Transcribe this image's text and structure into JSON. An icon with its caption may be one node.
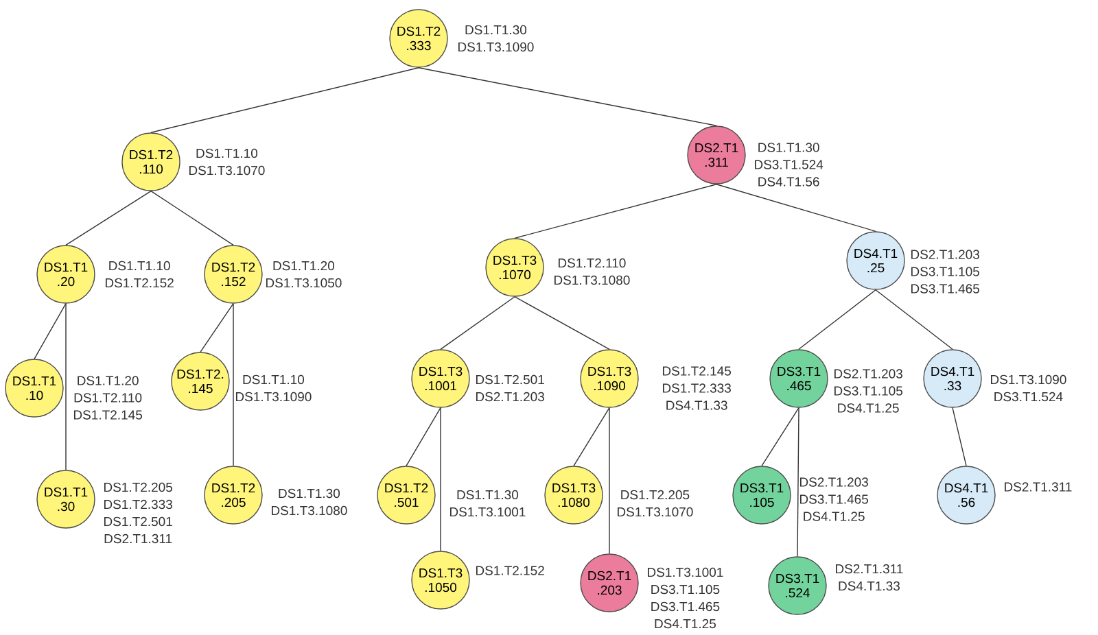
{
  "diagram": {
    "nodes": [
      {
        "text": [
          "DS1.T2 .333"
        ],
        "beside": [
          "DS1.T1.30",
          "DS1.T3.1090"
        ]
      },
      {
        "text": [
          "DS1.T2 .110"
        ],
        "beside": [
          "DS1.T1.10",
          "DS1.T3.1070"
        ]
      },
      {
        "text": [
          "DS2.T1 .311"
        ],
        "beside": [
          "DS1.T1.30",
          "DS3.T1.524",
          "DS4.T1.56"
        ]
      },
      {
        "text": [
          "DS1.T1 .20"
        ],
        "beside": [
          "DS1.T1.10",
          "DS1.T2.152"
        ]
      },
      {
        "text": [
          "DS1.T2 .152"
        ],
        "beside": [
          "DS1.T1.20",
          "DS1.T3.1050"
        ]
      },
      {
        "text": [
          "DS1.T3 .1070"
        ],
        "beside": [
          "DS1.T2.110",
          "DS1.T3.1080"
        ]
      },
      {
        "text": [
          "DS4.T1 .25"
        ],
        "beside": [
          "DS2.T1.203",
          "DS3.T1.105",
          "DS3.T1.465"
        ]
      },
      {
        "text": [
          "DS1.T1 .10"
        ],
        "beside": [
          "DS1.T1.20",
          "DS1.T2.110",
          "DS1.T2.145"
        ]
      },
      {
        "text": [
          "DS1.T2. .145"
        ],
        "beside": [
          "DS1.T1.10",
          "DS1.T3.1090"
        ]
      },
      {
        "text": [
          "DS1.T1 .30"
        ],
        "beside": [
          "DS1.T2.205",
          "DS1.T2.333",
          "DS1.T2.501",
          "DS2.T1.311"
        ]
      },
      {
        "text": [
          "DS1.T2 .205"
        ],
        "beside": [
          "DS1.T1.30",
          "DS1.T3.1080"
        ]
      },
      {
        "text": [
          "DS1.T3 .1001"
        ],
        "beside": [
          "DS1.T2.501",
          "DS2.T1.203"
        ]
      },
      {
        "text": [
          "DS1.T3 .1090"
        ],
        "beside": [
          "DS1.T2.145",
          "DS1.T2.333",
          "DS4.T1.33"
        ]
      },
      {
        "text": [
          "DS1.T2 .501"
        ],
        "beside": [
          "DS1.T1.30",
          "DS1.T3.1001"
        ]
      },
      {
        "text": [
          "DS1.T3 .1080"
        ],
        "beside": [
          "DS1.T2.205",
          "DS1.T3.1070"
        ]
      },
      {
        "text": [
          "DS1.T3 .1050"
        ],
        "beside": [
          "DS1.T2.152"
        ]
      },
      {
        "text": [
          "DS2.T1 .203"
        ],
        "beside": [
          "DS1.T3.1001",
          "DS3.T1.105",
          "DS3.T1.465",
          "DS4.T1.25"
        ]
      },
      {
        "text": [
          "DS3.T1 .465"
        ],
        "beside": [
          "DS2.T1.203",
          "DS3.T1.105",
          "DS4.T1.25"
        ]
      },
      {
        "text": [
          "DS4.T1 .33"
        ],
        "beside": [
          "DS1.T3.1090",
          "DS3.T1.524"
        ]
      },
      {
        "text": [
          "DS3.T1 .105"
        ],
        "beside": [
          "DS2.T1.203",
          "DS3.T1.465",
          "DS4.T1.25"
        ]
      },
      {
        "text": [
          "DS4.T1 .56"
        ],
        "beside": [
          "DS2.T1.311"
        ]
      },
      {
        "text": [
          "DS3.T1 .524"
        ],
        "beside": [
          "DS2.T1.311",
          "DS4.T1.33"
        ]
      }
    ],
    "edges": [
      {
        "from": 0,
        "to": 1,
        "arrow": "none"
      },
      {
        "from": 0,
        "to": 2,
        "arrow": "none"
      },
      {
        "from": 1,
        "to": 3,
        "arrow": "none"
      },
      {
        "from": 1,
        "to": 4,
        "arrow": "none"
      },
      {
        "from": 2,
        "to": 5,
        "arrow": "none"
      },
      {
        "from": 2,
        "to": 6,
        "arrow": "none"
      },
      {
        "from": 3,
        "to": 7,
        "arrow": "none"
      },
      {
        "from": 3,
        "to": 9,
        "arrow": "none"
      },
      {
        "from": 4,
        "to": 8,
        "arrow": "none"
      },
      {
        "from": 4,
        "to": 10,
        "arrow": "none"
      },
      {
        "from": 5,
        "to": 11,
        "arrow": "none"
      },
      {
        "from": 5,
        "to": 12,
        "arrow": "none"
      },
      {
        "from": 6,
        "to": 17,
        "arrow": "none"
      },
      {
        "from": 6,
        "to": 18,
        "arrow": "none"
      },
      {
        "from": 11,
        "to": 13,
        "arrow": "none"
      },
      {
        "from": 11,
        "to": 15,
        "arrow": "none"
      },
      {
        "from": 12,
        "to": 14,
        "arrow": "none"
      },
      {
        "from": 12,
        "to": 16,
        "arrow": "none"
      },
      {
        "from": 17,
        "to": 19,
        "arrow": "none"
      },
      {
        "from": 17,
        "to": 21,
        "arrow": "none"
      },
      {
        "from": 18,
        "to": 20,
        "arrow": "none"
      }
    ]
  }
}
